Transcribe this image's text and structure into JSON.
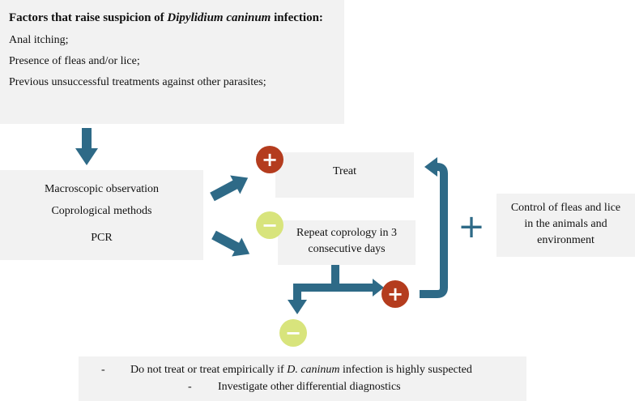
{
  "factors": {
    "title_prefix": "Factors that raise suspicion of ",
    "title_species": "Dipylidium caninum",
    "title_suffix": " infection:",
    "items": [
      "Anal itching;",
      "Presence of fleas and/or lice;",
      "Previous unsuccessful treatments against other parasites;"
    ]
  },
  "methods": [
    "Macroscopic observation",
    "Coprological methods",
    "PCR"
  ],
  "treat": "Treat",
  "repeat": {
    "line1": "Repeat coprology in 3",
    "line2": "consecutive days"
  },
  "control": {
    "line1": "Control of fleas and lice",
    "line2": "in the animals and",
    "line3": "environment"
  },
  "bottom": {
    "dash1": "-",
    "line1_prefix": "Do not treat or treat empirically if ",
    "line1_species": "D. caninum",
    "line1_suffix": " infection is highly suspected",
    "dash2": "-",
    "line2": "Investigate other differential diagnostics"
  },
  "signs": {
    "positive": "+",
    "negative": "−",
    "plus_between": "+"
  },
  "colors": {
    "arrow": "#2e6a87",
    "positive": "#b43c1e",
    "negative": "#d8e47c",
    "box": "#f2f2f2"
  }
}
